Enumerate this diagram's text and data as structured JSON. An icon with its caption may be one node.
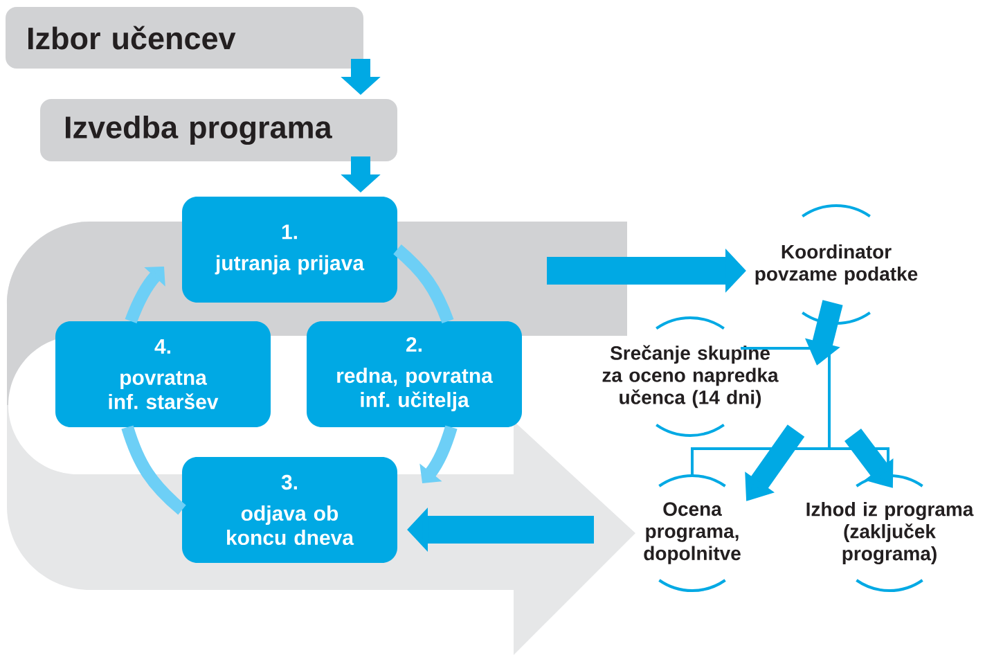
{
  "diagram": {
    "nodes": [
      {
        "text": [
          "Izbor učencev"
        ]
      },
      {
        "text": [
          "Izvedba programa"
        ]
      },
      {
        "text": [
          "1.",
          "jutranja prijava"
        ]
      },
      {
        "text": [
          "2.",
          "redna, povratna inf. učitelja"
        ]
      },
      {
        "text": [
          "3.",
          "odjava ob koncu dneva"
        ]
      },
      {
        "text": [
          "4.",
          "povratna inf. staršev"
        ]
      },
      {
        "text": [
          "Koordinator povzame podatke"
        ]
      },
      {
        "text": [
          "Srečanje skupine za oceno napredka učenca (14 dni)"
        ]
      },
      {
        "text": [
          "Ocena programa, dopolnitve"
        ]
      },
      {
        "text": [
          "Izhod iz programa (zaključek programa)"
        ]
      }
    ],
    "edges": [
      {
        "from": 0,
        "to": 1,
        "arrow": "to"
      },
      {
        "from": 1,
        "to": 2,
        "arrow": "to"
      },
      {
        "from": 2,
        "to": 3,
        "arrow": "none",
        "color": "#6dcff6"
      },
      {
        "from": 3,
        "to": 4,
        "arrow": "to",
        "color": "#6dcff6"
      },
      {
        "from": 4,
        "to": 5,
        "arrow": "none",
        "color": "#6dcff6"
      },
      {
        "from": 5,
        "to": 2,
        "arrow": "to",
        "color": "#6dcff6"
      },
      {
        "from": null,
        "to": 6,
        "arrow": "to"
      },
      {
        "from": null,
        "to": 4,
        "arrow": "to"
      },
      {
        "from": 6,
        "to": null,
        "arrow": "to"
      },
      {
        "from": 7,
        "to": 8,
        "arrow": "none"
      },
      {
        "from": 7,
        "to": 9,
        "arrow": "none"
      },
      {
        "from": null,
        "to": 8,
        "arrow": "to"
      },
      {
        "from": null,
        "to": 9,
        "arrow": "to"
      }
    ]
  }
}
